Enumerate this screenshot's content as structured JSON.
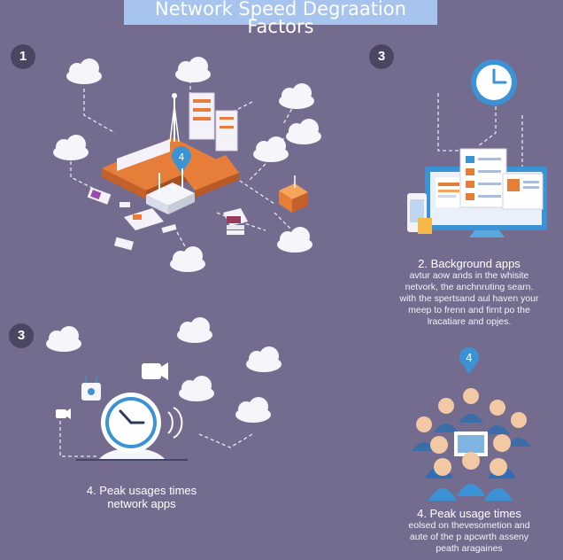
{
  "title": "Network Speed Degraation Factors",
  "badges": {
    "top_left": "1",
    "top_right": "3",
    "mid_left": "3",
    "pin": "4"
  },
  "panel_top_right": {
    "heading": "2. Background apps",
    "lines": [
      "avtur aow ands in the whisite",
      "netvork, the anchnruting searn.",
      "with the spertsand aul haven your",
      "meep to frenn and firnt po the",
      "lracatiare and opjes."
    ]
  },
  "panel_bottom_left": {
    "line1": "4. Peak usages times",
    "line2": "network apps"
  },
  "panel_bottom_right": {
    "heading": "4. Peak usage times",
    "lines": [
      "eolsed on thevesometion and",
      "aute of the p apcwrth asseny",
      "peath aragaines"
    ]
  },
  "icons": {
    "clock": "clock-icon",
    "monitor": "monitor-icon",
    "router": "router-icon",
    "map_pin": "map-pin-icon",
    "cloud": "cloud-icon",
    "video": "video-camera-icon"
  },
  "colors": {
    "background": "#746c8e",
    "title_bg": "#a6c4ee",
    "accent_blue": "#3b93d6",
    "accent_orange": "#e67e3a",
    "cloud": "#f6f5fa"
  }
}
